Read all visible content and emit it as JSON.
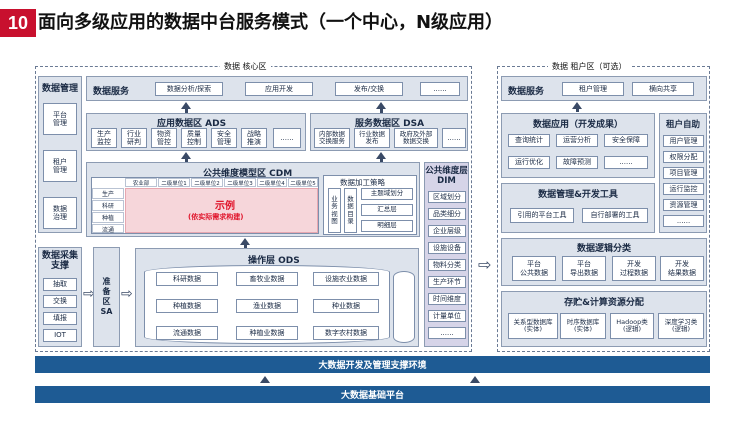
{
  "header": {
    "number": "10",
    "title": "面向多级应用的数据中台服务模式（一个中心，N级应用）"
  },
  "core_zone": {
    "label": "数据 核心区"
  },
  "tenant_zone": {
    "label": "数据 租户区（可选）"
  },
  "data_mgmt": {
    "title": "数据管理",
    "items": [
      "平台\n管理",
      "租户\n管理",
      "数据\n治理"
    ]
  },
  "data_collect": {
    "title": "数据采集\n支撑",
    "items": [
      "抽取",
      "交换",
      "填报",
      "IOT"
    ]
  },
  "prep": {
    "title": "准\n备\n区\nSA"
  },
  "data_service": {
    "title": "数据服务",
    "items": [
      "数据分析/探索",
      "应用开发",
      "发布/交换",
      "......"
    ]
  },
  "ads": {
    "title": "应用数据区 ADS",
    "items": [
      "生产\n监控",
      "行业\n研判",
      "物资\n管控",
      "质量\n控制",
      "安全\n管理",
      "战略\n推演",
      "......"
    ]
  },
  "dsa": {
    "title": "服务数据区 DSA",
    "items": [
      "内部数据\n交换服务",
      "行业数据\n发布",
      "政府及外部\n数据交换",
      "......"
    ]
  },
  "cdm": {
    "title": "公共维度模型区 CDM",
    "cols": [
      "农业部",
      "二级单位1",
      "二级单位2",
      "二级单位3",
      "二级单位4",
      "二级单位5"
    ],
    "rows": [
      "生产",
      "科研",
      "种植",
      "流通"
    ],
    "example": "示例",
    "example_note": "(依实际需求构建)"
  },
  "strategy": {
    "title": "数据加工策略",
    "left": "业\n务\n视\n图",
    "mid": "数\n据\n目\n录",
    "items": [
      "主题域划分",
      "汇总层",
      "明细层"
    ]
  },
  "ods": {
    "title": "操作层 ODS",
    "items": [
      "科研数据",
      "畜牧业数据",
      "设施农业数据",
      "种植数据",
      "渔业数据",
      "种业数据",
      "流通数据",
      "种植业数据",
      "数字农村数据"
    ]
  },
  "dim": {
    "title": "公共维度层\nDIM",
    "items": [
      "区域划分",
      "品类细分",
      "企业层级",
      "设施设备",
      "物料分类",
      "生产环节",
      "时间维度",
      "计量单位",
      "......"
    ]
  },
  "tenant_service": {
    "title": "数据服务",
    "items": [
      "租户管理",
      "横向共享"
    ]
  },
  "tenant_app": {
    "title": "数据应用（开发成果）",
    "items": [
      "查询统计",
      "运营分析",
      "安全保障",
      "运行优化",
      "故障预测",
      "......"
    ]
  },
  "tenant_self": {
    "title": "租户自助",
    "items": [
      "用户管理",
      "权限分配",
      "项目管理",
      "运行监控",
      "资源管理",
      "......"
    ]
  },
  "tenant_tools": {
    "title": "数据管理&开发工具",
    "items": [
      "引用的平台工具",
      "自行部署的工具"
    ]
  },
  "logic": {
    "title": "数据逻辑分类",
    "items": [
      "平台\n公共数据",
      "平台\n导出数据",
      "开发\n过程数据",
      "开发\n结果数据"
    ]
  },
  "storage": {
    "title": "存贮&计算资源分配",
    "items": [
      "关系型数据库\n(实体)",
      "时序数据库\n(实体)",
      "Hadoop类\n(逻辑)",
      "深度学习类\n(逻辑)"
    ]
  },
  "bars": {
    "env": "大数据开发及管理支撑环境",
    "base": "大数据基础平台"
  },
  "colors": {
    "bar": "#1e5b94",
    "panel": "#dde3ec",
    "accent": "#c8102e",
    "red_text": "#e0152b"
  }
}
